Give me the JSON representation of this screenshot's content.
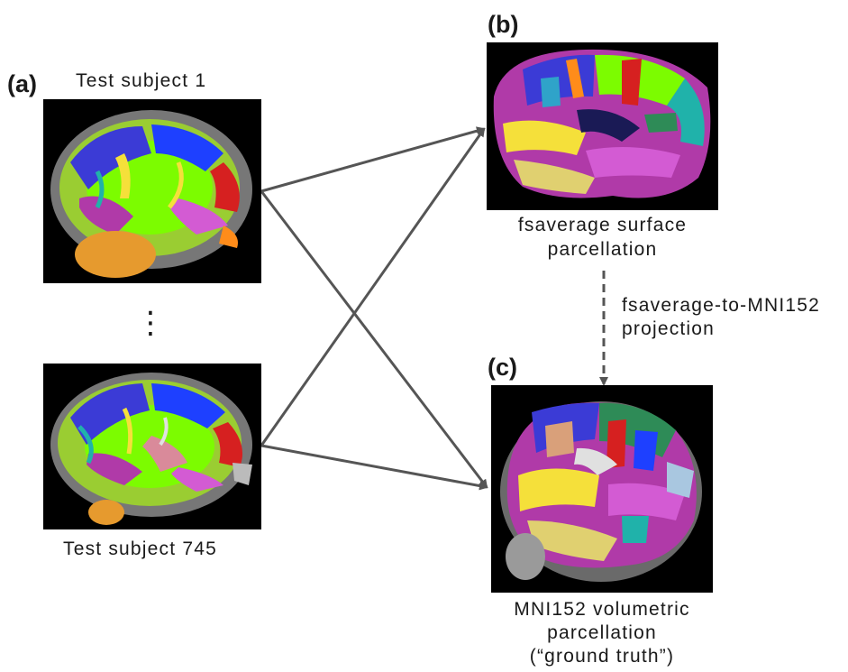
{
  "panels": {
    "a": {
      "letter": "(a)",
      "subject_first_label": "Test subject 1",
      "ellipsis": "⋮",
      "subject_last_label": "Test subject 745"
    },
    "b": {
      "letter": "(b)",
      "caption_line1": "fsaverage surface",
      "caption_line2": "parcellation"
    },
    "c": {
      "letter": "(c)",
      "caption_line1": "MNI152 volumetric",
      "caption_line2": "parcellation",
      "caption_line3": "(“ground truth”)"
    }
  },
  "projection_label": {
    "line1": "fsaverage-to-MNI152",
    "line2": "projection"
  },
  "colors": {
    "arrow": "#555555",
    "dashed_arrow": "#555555",
    "image_background": "#000000"
  }
}
